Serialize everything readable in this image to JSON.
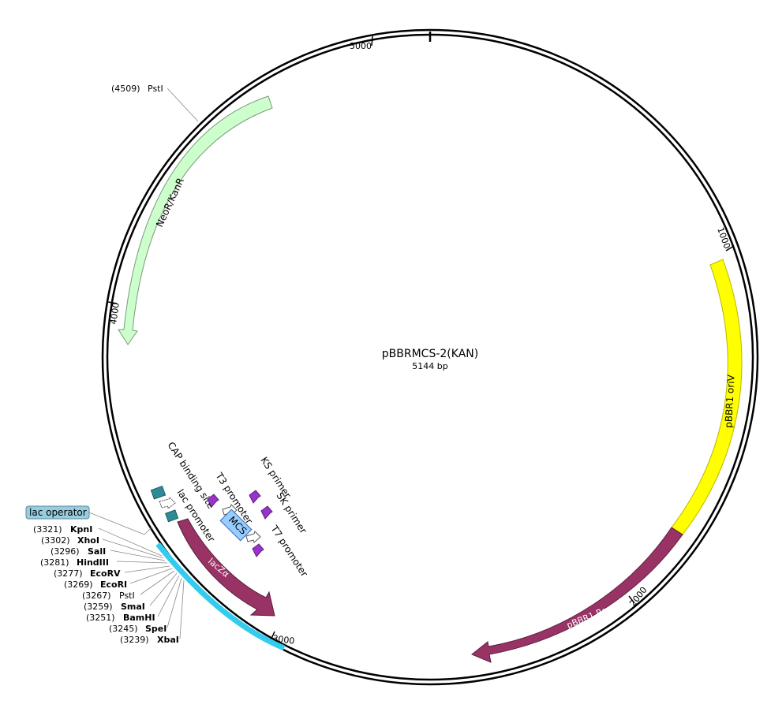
{
  "plasmid": {
    "name": "pBBRMCS-2(KAN)",
    "length_label": "5144 bp"
  },
  "ticks": [
    "1000",
    "2000",
    "3000",
    "4000",
    "5000"
  ],
  "features": {
    "neor": "NeoR/KanR",
    "oriv": "pBBR1 oriV",
    "rep": "pBBR1 Rep",
    "lacz": "lacZα",
    "cap": "CAP binding site",
    "lacprom": "lac promoter",
    "t3": "T3 promoter",
    "mcs": "MCS",
    "t7": "T7 promoter",
    "ks": "KS primer",
    "sk": "SK primer",
    "lacop": "lac operator"
  },
  "sites": {
    "psti_top": {
      "pos": "(4509)",
      "name": "PstI"
    },
    "kpni": {
      "pos": "(3321)",
      "name": "KpnI"
    },
    "xhoi": {
      "pos": "(3302)",
      "name": "XhoI"
    },
    "sali": {
      "pos": "(3296)",
      "name": "SalI"
    },
    "hindiii": {
      "pos": "(3281)",
      "name": "HindIII"
    },
    "ecorv": {
      "pos": "(3277)",
      "name": "EcoRV"
    },
    "ecori": {
      "pos": "(3269)",
      "name": "EcoRI"
    },
    "psti": {
      "pos": "(3267)",
      "name": "PstI"
    },
    "smai": {
      "pos": "(3259)",
      "name": "SmaI"
    },
    "bamhi": {
      "pos": "(3251)",
      "name": "BamHI"
    },
    "spei": {
      "pos": "(3245)",
      "name": "SpeI"
    },
    "xbai": {
      "pos": "(3239)",
      "name": "XbaI"
    }
  },
  "colors": {
    "neor": "#ccffcc",
    "oriv": "#ffff00",
    "rep": "#993366",
    "lacz": "#993366",
    "lacz_band": "#33ccee",
    "cap": "#2f8a96",
    "mcs": "#99ccff",
    "primer": "#9933cc",
    "lacop": "#99ccdd"
  }
}
